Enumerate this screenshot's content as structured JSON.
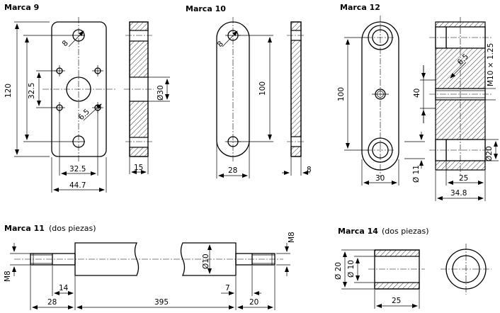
{
  "parts": {
    "marca9": {
      "title": "Marca 9",
      "dims": {
        "d_120": "120",
        "d_32_5_v": "32.5",
        "d_8": "8",
        "d_6_5": "6.5",
        "d_32_5_h": "32.5",
        "d_44_7": "44.7",
        "d_30": "Ø30",
        "d_15": "15"
      }
    },
    "marca10": {
      "title": "Marca 10",
      "dims": {
        "d_8": "8",
        "d_100": "100",
        "d_28": "28",
        "d_8b": "8"
      }
    },
    "marca12": {
      "title": "Marca 12",
      "dims": {
        "d_100": "100",
        "d_30": "30",
        "d_11": "Ø 11",
        "d_40": "40",
        "d_m10": "M10 × 1.25",
        "d_6_5": "6.5",
        "d_20": "Ø20",
        "d_25": "25",
        "d_34_8": "34.8"
      }
    },
    "marca11": {
      "title": "Marca 11",
      "subtitle": "(dos piezas)",
      "dims": {
        "m8a": "M8",
        "m8b": "M8",
        "d_10": "Ø10",
        "d_14": "14",
        "d_7": "7",
        "d_28": "28",
        "d_395": "395",
        "d_20": "20"
      }
    },
    "marca14": {
      "title": "Marca 14",
      "subtitle": "(dos piezas)",
      "dims": {
        "d_20": "Ø 20",
        "d_10": "Ø 10",
        "d_25": "25"
      }
    }
  }
}
